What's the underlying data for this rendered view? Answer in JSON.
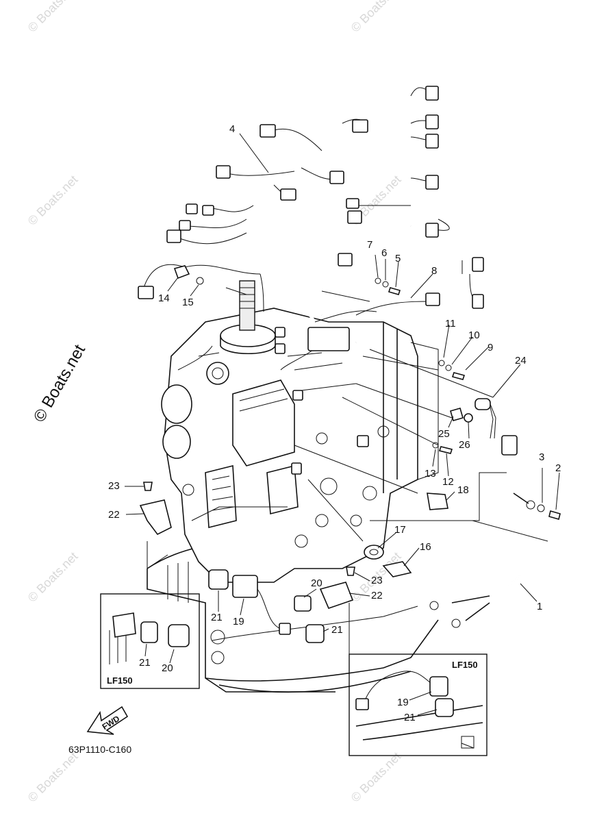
{
  "diagram": {
    "part_code": "63P1110-C160",
    "fwd_label": "FWD",
    "inset_tag": "LF150",
    "callouts": [
      "1",
      "2",
      "3",
      "4",
      "5",
      "6",
      "7",
      "8",
      "9",
      "10",
      "11",
      "12",
      "13",
      "14",
      "15",
      "16",
      "17",
      "18",
      "19",
      "20",
      "21",
      "22",
      "23",
      "24",
      "25",
      "26"
    ],
    "inset_left_callouts": [
      "21",
      "20"
    ],
    "inset_right_callouts": [
      "19",
      "21"
    ]
  },
  "watermark": {
    "text": "© Boats.net"
  }
}
